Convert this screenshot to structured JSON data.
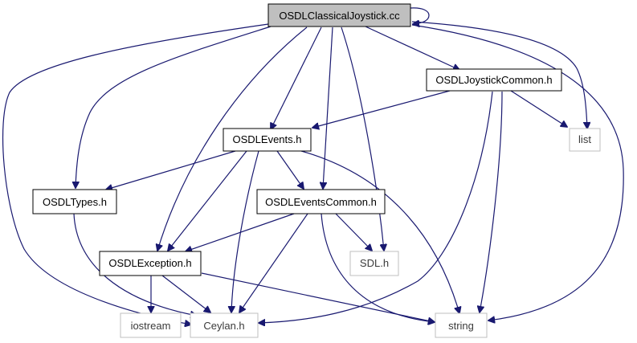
{
  "diagram": {
    "nodes": [
      {
        "id": "main",
        "label": "OSDLClassicalJoystick.cc",
        "style": "root"
      },
      {
        "id": "joycommon",
        "label": "OSDLJoystickCommon.h",
        "style": "header"
      },
      {
        "id": "events",
        "label": "OSDLEvents.h",
        "style": "header"
      },
      {
        "id": "types",
        "label": "OSDLTypes.h",
        "style": "header"
      },
      {
        "id": "evcommon",
        "label": "OSDLEventsCommon.h",
        "style": "header"
      },
      {
        "id": "exception",
        "label": "OSDLException.h",
        "style": "header"
      },
      {
        "id": "list",
        "label": "list",
        "style": "external"
      },
      {
        "id": "sdl",
        "label": "SDL.h",
        "style": "external"
      },
      {
        "id": "iostream",
        "label": "iostream",
        "style": "external"
      },
      {
        "id": "ceylan",
        "label": "Ceylan.h",
        "style": "external"
      },
      {
        "id": "string",
        "label": "string",
        "style": "external"
      }
    ],
    "edges": [
      {
        "from": "main",
        "to": "main"
      },
      {
        "from": "main",
        "to": "joycommon"
      },
      {
        "from": "main",
        "to": "list"
      },
      {
        "from": "main",
        "to": "string"
      },
      {
        "from": "main",
        "to": "ceylan"
      },
      {
        "from": "main",
        "to": "types"
      },
      {
        "from": "main",
        "to": "events"
      },
      {
        "from": "main",
        "to": "evcommon"
      },
      {
        "from": "main",
        "to": "exception"
      },
      {
        "from": "main",
        "to": "sdl"
      },
      {
        "from": "joycommon",
        "to": "events"
      },
      {
        "from": "joycommon",
        "to": "list"
      },
      {
        "from": "joycommon",
        "to": "ceylan"
      },
      {
        "from": "joycommon",
        "to": "string"
      },
      {
        "from": "events",
        "to": "types"
      },
      {
        "from": "events",
        "to": "evcommon"
      },
      {
        "from": "events",
        "to": "exception"
      },
      {
        "from": "events",
        "to": "ceylan"
      },
      {
        "from": "events",
        "to": "string"
      },
      {
        "from": "types",
        "to": "ceylan"
      },
      {
        "from": "evcommon",
        "to": "exception"
      },
      {
        "from": "evcommon",
        "to": "sdl"
      },
      {
        "from": "evcommon",
        "to": "ceylan"
      },
      {
        "from": "evcommon",
        "to": "string"
      },
      {
        "from": "exception",
        "to": "iostream"
      },
      {
        "from": "exception",
        "to": "ceylan"
      },
      {
        "from": "exception",
        "to": "string"
      }
    ],
    "colors": {
      "edge": "#191970",
      "root_fill": "#bfbfbf",
      "header_border": "#000000",
      "external_border": "#bfbfbf",
      "external_text": "#3a3a3a"
    }
  }
}
